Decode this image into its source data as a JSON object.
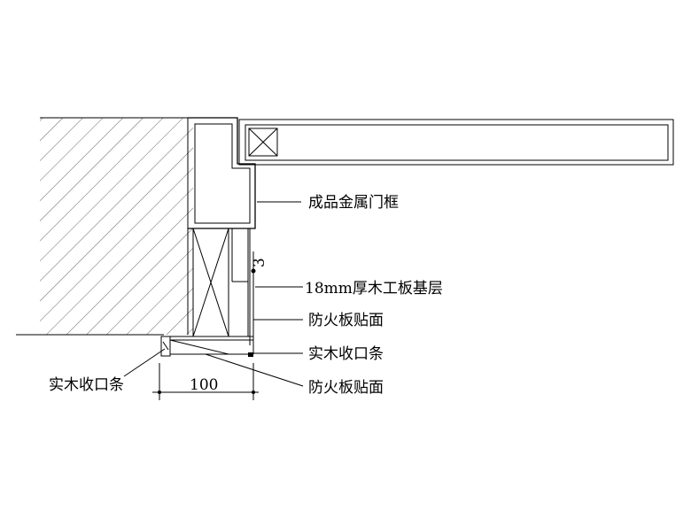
{
  "labels": {
    "metal_frame": "成品金属门框",
    "wood_base": "18mm厚木工板基层",
    "fire_board_1": "防火板贴面",
    "solid_wood_strip_right": "实木收口条",
    "fire_board_2": "防火板贴面",
    "solid_wood_strip_left": "实木收口条"
  },
  "dimensions": {
    "gap": "3",
    "width": "100"
  }
}
